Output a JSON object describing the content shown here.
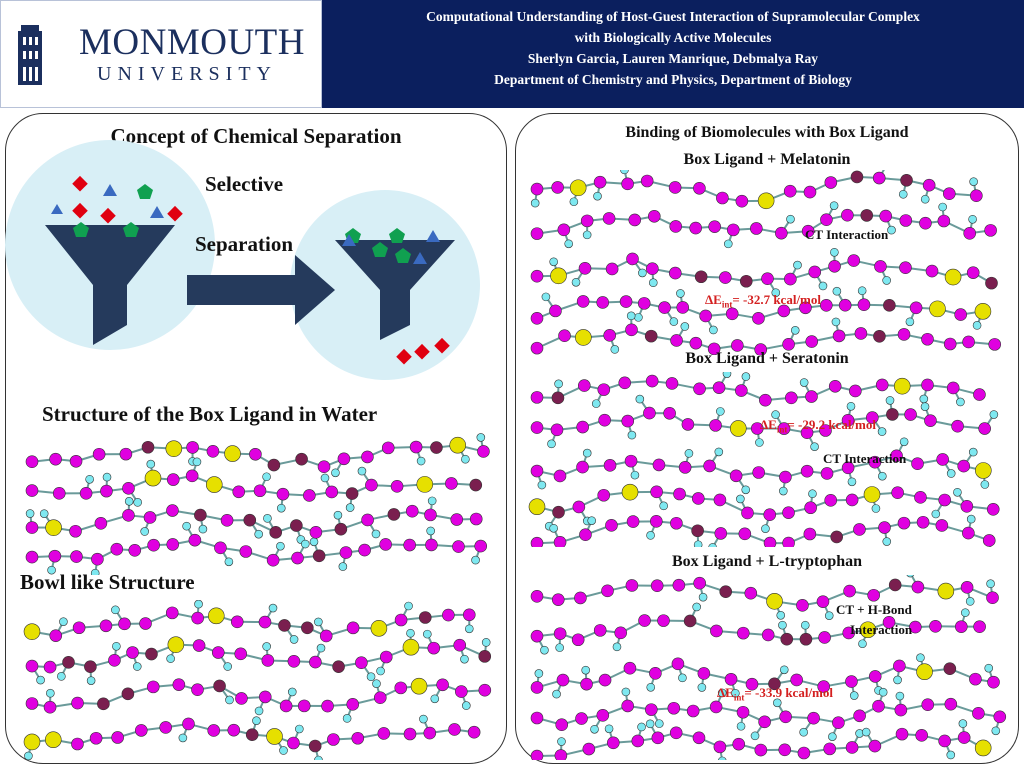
{
  "header": {
    "logo": {
      "name": "MONMOUTH",
      "sub": "UNIVERSITY"
    },
    "title_line1": "Computational  Understanding  of Host-Guest Interaction of Supramolecular  Complex",
    "title_line2": "with Biologically Active Molecules",
    "authors": "Sherlyn Garcia, Lauren Manrique, Debmalya Ray",
    "departments": "Department of Chemistry and Physics, Department of Biology"
  },
  "left": {
    "concept_title": "Concept of Chemical Separation",
    "arrow_label_1": "Selective",
    "arrow_label_2": "Separation",
    "structure_title": "Structure of the Box Ligand in Water",
    "bowl_title": "Bowl like Structure"
  },
  "right": {
    "title": "Binding of Biomolecules with Box Ligand",
    "complexes": [
      {
        "title": "Box Ligand + Melatonin",
        "interaction": "CT Interaction",
        "energy": "= -32.7 kcal/mol"
      },
      {
        "title": "Box Ligand + Seratonin",
        "interaction": "CT Interaction",
        "energy": "= -29.2 kcal/mol"
      },
      {
        "title": "Box Ligand + L-tryptophan",
        "interaction": "CT + H-Bond",
        "interaction2": "Interaction",
        "energy": "= -33.9 kcal/mol"
      }
    ],
    "energy_symbol": "ΔE",
    "energy_sub": "int"
  },
  "colors": {
    "navy": "#0b1f5e",
    "funnel": "#253a5c",
    "carbon": "#e000e0",
    "oxygen": "#7a1f4f",
    "sulfur": "#e6e000",
    "hydrogen": "#7ee8f0"
  }
}
